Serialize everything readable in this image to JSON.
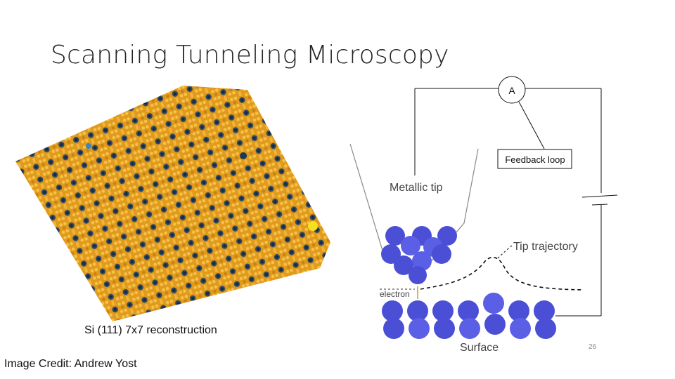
{
  "slide": {
    "title": "Scanning Tunneling Microscopy",
    "caption": "Si (111) 7x7 reconstruction",
    "credit": "Image Credit: Andrew Yost",
    "slide_number": "26"
  },
  "diagram": {
    "ammeter_label": "A",
    "feedback_label": "Feedback loop",
    "tip_label": "Metallic tip",
    "trajectory_label": "Tip trajectory",
    "electron_label": "electron",
    "surface_label": "Surface"
  },
  "colors": {
    "atom": "#4a4fd6",
    "stm_orange": "#e0a020",
    "stm_dark": "#3a5a70"
  }
}
